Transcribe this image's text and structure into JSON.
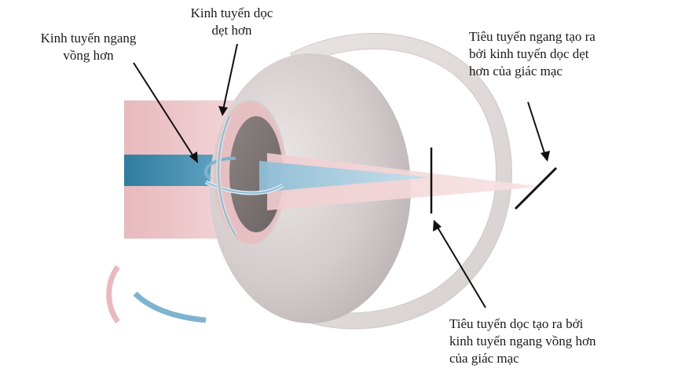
{
  "labels": {
    "horizontal_meridian": {
      "line1": "Kinh tuyến ngang",
      "line2": "vồng hơn"
    },
    "vertical_meridian": {
      "line1": "Kinh tuyến dọc",
      "line2": "dẹt hơn"
    },
    "horizontal_focal_line": {
      "line1": "Tiêu tuyến ngang tạo ra",
      "line2": "bởi kinh tuyến dọc dẹt",
      "line3": "hơn của giác mạc"
    },
    "vertical_focal_line": {
      "line1": "Tiêu tuyến dọc tạo ra bởi",
      "line2": "kinh tuyến ngang vồng hơn",
      "line3": "của giác mạc"
    }
  },
  "colors": {
    "pink_beam": "#e8b8bc",
    "blue_beam": "#3d86a8",
    "eye_gray": "#cfc6c6",
    "background": "#ffffff"
  }
}
